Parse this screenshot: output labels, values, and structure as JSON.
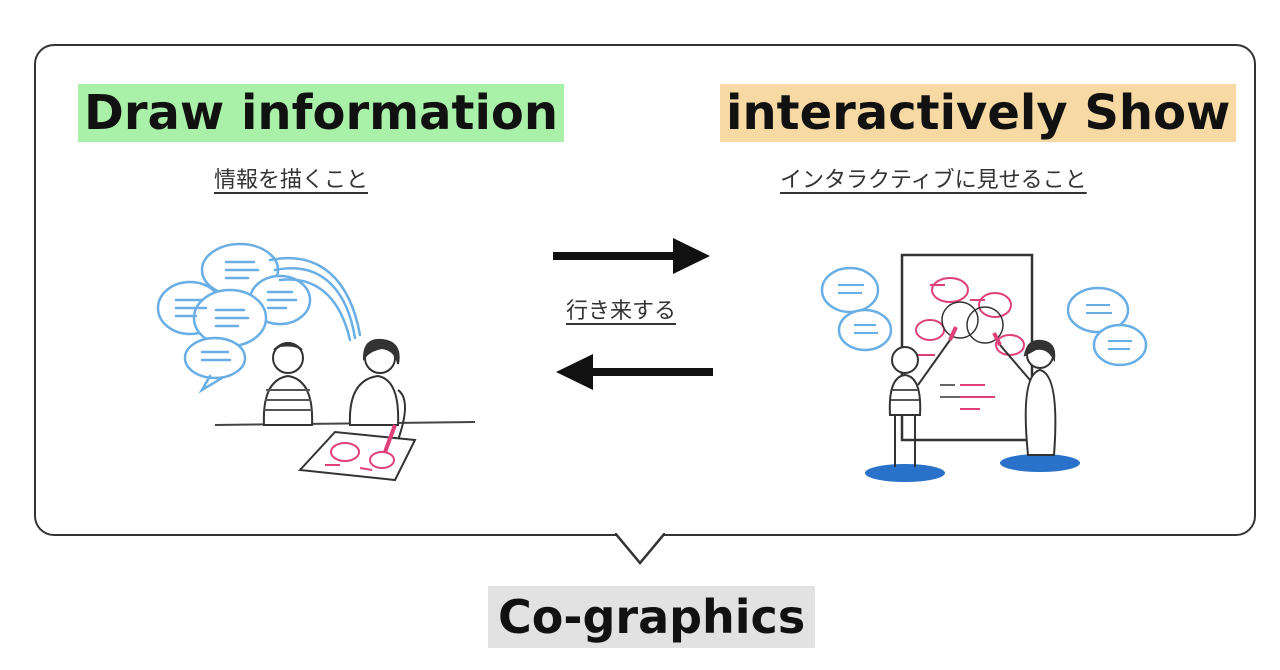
{
  "left": {
    "title": "Draw information",
    "subtitle": "情報を描くこと",
    "illustration_icon": "people-brainstorming-drawing-icon"
  },
  "right": {
    "title": "interactively Show",
    "subtitle": "インタラクティブに見せること",
    "illustration_icon": "people-presenting-board-icon"
  },
  "middle": {
    "label": "行き来する",
    "arrow_icons": [
      "arrow-right-icon",
      "arrow-left-icon"
    ]
  },
  "bottom": {
    "title": "Co-graphics"
  },
  "colors": {
    "left_highlight": "#a9f0a8",
    "right_highlight": "#f7d9a4",
    "bottom_highlight": "#e2e2e2",
    "sketch_blue": "#6aaee6",
    "sketch_pink": "#e0407a",
    "outline": "#333333"
  }
}
